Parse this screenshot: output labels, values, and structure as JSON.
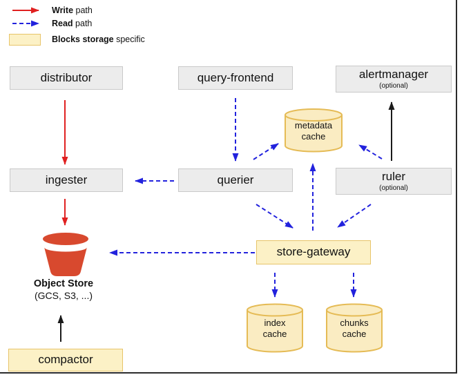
{
  "legend": {
    "write": {
      "bold": "Write",
      "rest": " path"
    },
    "read": {
      "bold": "Read",
      "rest": " path"
    },
    "blocks": {
      "bold": "Blocks storage",
      "rest": " specific"
    }
  },
  "nodes": {
    "distributor": {
      "label": "distributor"
    },
    "query_frontend": {
      "label": "query-frontend"
    },
    "alertmanager": {
      "label": "alertmanager",
      "sublabel": "(optional)"
    },
    "ingester": {
      "label": "ingester"
    },
    "querier": {
      "label": "querier"
    },
    "ruler": {
      "label": "ruler",
      "sublabel": "(optional)"
    },
    "store_gateway": {
      "label": "store-gateway"
    },
    "compactor": {
      "label": "compactor"
    }
  },
  "caches": {
    "metadata": {
      "line1": "metadata",
      "line2": "cache"
    },
    "index": {
      "line1": "index",
      "line2": "cache"
    },
    "chunks": {
      "line1": "chunks",
      "line2": "cache"
    }
  },
  "object_store": {
    "title": "Object Store",
    "subtitle": "(GCS, S3, ...)"
  },
  "edges": [
    {
      "from": "distributor",
      "to": "ingester",
      "type": "write"
    },
    {
      "from": "ingester",
      "to": "object-store",
      "type": "write"
    },
    {
      "from": "query-frontend",
      "to": "querier",
      "type": "read"
    },
    {
      "from": "querier",
      "to": "ingester",
      "type": "read"
    },
    {
      "from": "querier",
      "to": "metadata-cache",
      "type": "read"
    },
    {
      "from": "ruler",
      "to": "metadata-cache",
      "type": "read"
    },
    {
      "from": "ruler",
      "to": "alertmanager",
      "type": "plain"
    },
    {
      "from": "store-gateway",
      "to": "metadata-cache",
      "type": "read"
    },
    {
      "from": "querier",
      "to": "store-gateway",
      "type": "read"
    },
    {
      "from": "ruler",
      "to": "store-gateway",
      "type": "read"
    },
    {
      "from": "store-gateway",
      "to": "object-store",
      "type": "read"
    },
    {
      "from": "store-gateway",
      "to": "index-cache",
      "type": "read"
    },
    {
      "from": "store-gateway",
      "to": "chunks-cache",
      "type": "read"
    },
    {
      "from": "compactor",
      "to": "object-store",
      "type": "plain"
    }
  ],
  "colors": {
    "write_path_red": "#e02020",
    "read_path_blue": "#2222dd",
    "black_arrow": "#1a1a1a",
    "node_gray_fill": "#ececec",
    "node_gray_border": "#c9c9c9",
    "blocks_yellow_fill": "#fcf1c6",
    "blocks_yellow_border": "#e7c469",
    "cache_yellow_fill": "#faecc2",
    "cache_yellow_border": "#e5bb55",
    "bucket_red": "#d8492e"
  }
}
